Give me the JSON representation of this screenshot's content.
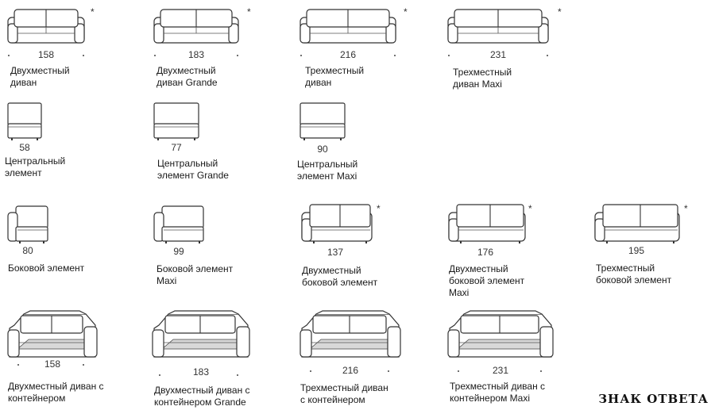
{
  "rows": [
    {
      "kind": "sofa",
      "items": [
        {
          "dim": "158",
          "caption": "Двухместный\nдиван",
          "asterisk": "*"
        },
        {
          "dim": "183",
          "caption": "Двухместный\nдиван Grande",
          "asterisk": "*"
        },
        {
          "dim": "216",
          "caption": "Трехместный\nдиван",
          "asterisk": "*"
        },
        {
          "dim": "231",
          "caption": "Трехместный\nдиван Maxi",
          "asterisk": "*"
        }
      ]
    },
    {
      "kind": "central",
      "items": [
        {
          "dim": "58",
          "caption": "Центральный\nэлемент"
        },
        {
          "dim": "77",
          "caption": "Центральный\nэлемент Grande"
        },
        {
          "dim": "90",
          "caption": "Центральный\nэлемент Maxi"
        }
      ]
    },
    {
      "kind": "side",
      "items": [
        {
          "dim": "80",
          "caption": "Боковой элемент"
        },
        {
          "dim": "99",
          "caption": "Боковой элемент\nMaxi"
        },
        {
          "dim": "137",
          "caption": "Двухместный\nбоковой элемент",
          "asterisk": "*"
        },
        {
          "dim": "176",
          "caption": "Двухместный\nбоковой элемент\nMaxi",
          "asterisk": "*"
        },
        {
          "dim": "195",
          "caption": "Трехместный\nбоковой элемент",
          "asterisk": "*"
        }
      ]
    },
    {
      "kind": "container",
      "items": [
        {
          "dim": "158",
          "caption": "Двухместный диван с\nконтейнером"
        },
        {
          "dim": "183",
          "caption": "Двухместный диван с\nконтейнером Grande"
        },
        {
          "dim": "216",
          "caption": "Трехместный диван\nс контейнером"
        },
        {
          "dim": "231",
          "caption": "Трехместный диван с\nконтейнером Maxi"
        }
      ]
    }
  ],
  "watermark": "ЗНАК ОТВЕТА"
}
